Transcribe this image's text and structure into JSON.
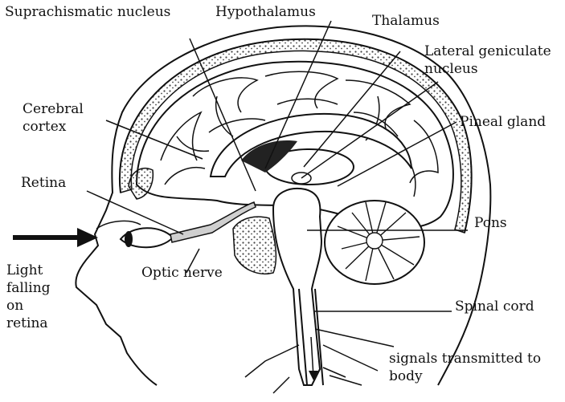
{
  "labels": {
    "suprachiasmatic": "Suprachismatic nucleus",
    "hypothalamus": "Hypothalamus",
    "thalamus": "Thalamus",
    "lateral_geniculate_1": "Lateral geniculate",
    "lateral_geniculate_2": "nucleus",
    "cerebral_cortex_1": "Cerebral",
    "cerebral_cortex_2": "cortex",
    "pineal_gland": "Pineal gland",
    "retina": "Retina",
    "pons": "Pons",
    "light_1": "Light",
    "light_2": "falling",
    "light_3": "on",
    "light_4": "retina",
    "optic_nerve": "Optic nerve",
    "spinal_cord": "Spinal cord",
    "signals_1": "signals transmitted to",
    "signals_2": "body"
  },
  "colors": {
    "ink": "#111111",
    "paper": "#ffffff",
    "stipple": "#444444",
    "nerve_fill": "#cfcfcf"
  }
}
